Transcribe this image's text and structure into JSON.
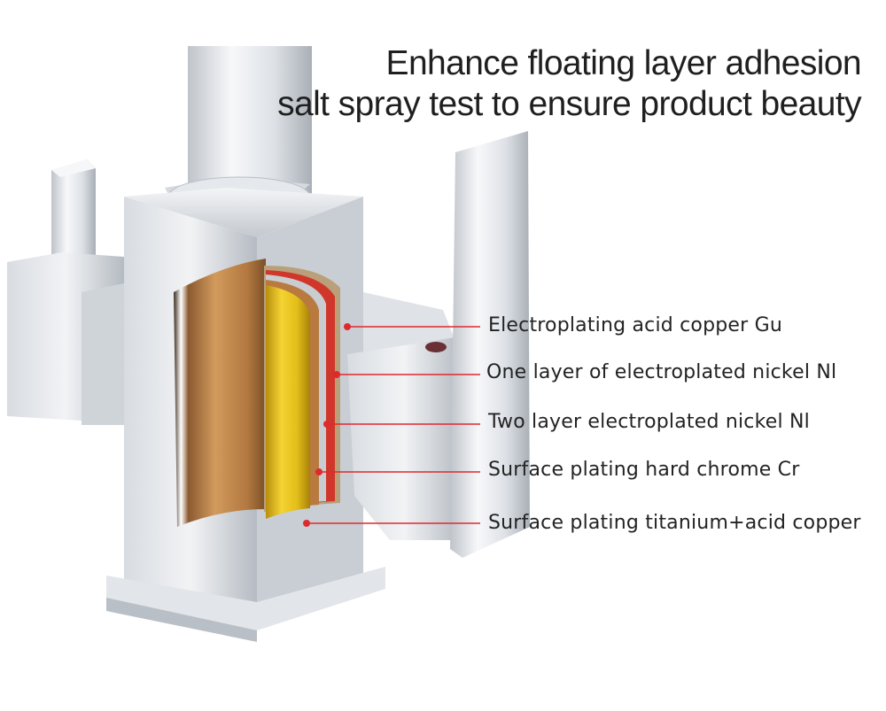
{
  "headline": {
    "line1": "Enhance floating layer adhesion",
    "line2": "salt spray test to ensure product beauty"
  },
  "callouts": [
    {
      "label": "Electroplating acid copper Gu"
    },
    {
      "label": "One layer of electroplated nickel Nl"
    },
    {
      "label": "Two layer electroplated nickel Nl"
    },
    {
      "label": "Surface plating hard chrome Cr"
    },
    {
      "label": "Surface plating titanium+acid copper"
    }
  ],
  "colors": {
    "callout_line": "#e0292c",
    "callout_dot": "#e0292c",
    "chrome": "#e9ecf0",
    "copper": "#c98a4e",
    "gold": "#e8c31e"
  }
}
